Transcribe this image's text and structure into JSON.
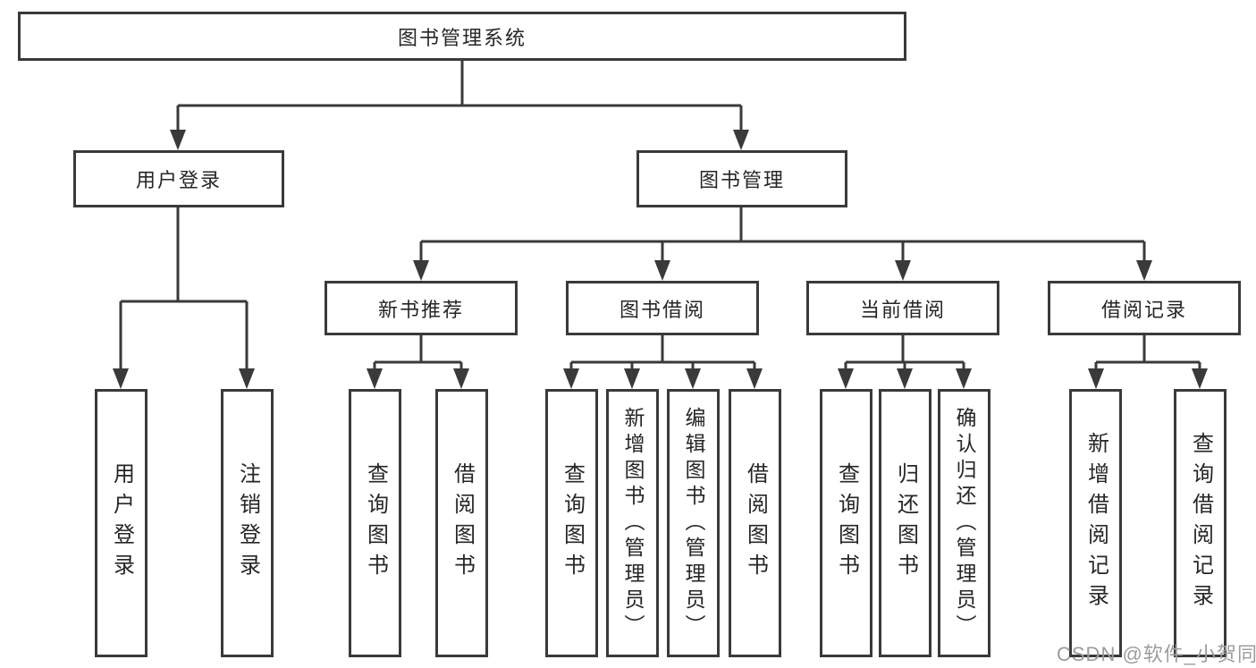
{
  "diagram_title": "图书管理系统",
  "tree": {
    "root": {
      "label": "图书管理系统",
      "children": [
        {
          "label": "用户登录",
          "children": [
            {
              "label": "用户登录"
            },
            {
              "label": "注销登录"
            }
          ]
        },
        {
          "label": "图书管理",
          "children": [
            {
              "label": "新书推荐",
              "children": [
                {
                  "label": "查询图书"
                },
                {
                  "label": "借阅图书"
                }
              ]
            },
            {
              "label": "图书借阅",
              "children": [
                {
                  "label": "查询图书"
                },
                {
                  "label": "新增图书（管理员）"
                },
                {
                  "label": "编辑图书（管理员）"
                },
                {
                  "label": "借阅图书"
                }
              ]
            },
            {
              "label": "当前借阅",
              "children": [
                {
                  "label": "查询图书"
                },
                {
                  "label": "归还图书"
                },
                {
                  "label": "确认归还（管理员）"
                }
              ]
            },
            {
              "label": "借阅记录",
              "children": [
                {
                  "label": "新增借阅记录"
                },
                {
                  "label": "查询借阅记录"
                }
              ]
            }
          ]
        }
      ]
    }
  },
  "watermark": {
    "text": "CSDN @软件_小贺同学"
  },
  "colors": {
    "line": "#3a3a3a",
    "box_border": "#3a3a3a",
    "text": "#262626",
    "background": "#ffffff",
    "watermark": "#9c9c9c"
  }
}
